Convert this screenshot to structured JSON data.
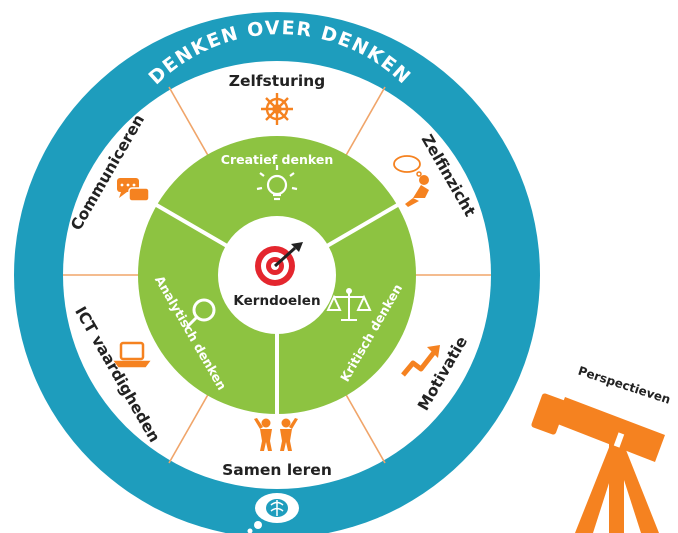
{
  "ring": {
    "title": "DENKEN OVER DENKEN"
  },
  "outer_segments": [
    {
      "label": "Zelfsturing",
      "icon": "ship-wheel-icon"
    },
    {
      "label": "Zelfinzicht",
      "icon": "thinking-person-icon"
    },
    {
      "label": "Motivatie",
      "icon": "trend-up-arrow-icon"
    },
    {
      "label": "Samen leren",
      "icon": "two-people-icon"
    },
    {
      "label": "ICT vaardigheden",
      "icon": "laptop-icon"
    },
    {
      "label": "Communiceren",
      "icon": "chat-bubbles-icon"
    }
  ],
  "inner_segments": [
    {
      "label": "Creatief denken",
      "icon": "lightbulb-icon"
    },
    {
      "label": "Kritisch denken",
      "icon": "balance-scale-icon"
    },
    {
      "label": "Analytisch denken",
      "icon": "magnifier-icon"
    }
  ],
  "core": {
    "label": "Kerndoelen",
    "icon": "target-icon"
  },
  "scope": {
    "label": "Perspectieven",
    "icon": "telescope-icon"
  },
  "bottom_icon": "brain-thought-bubble-icon",
  "colors": {
    "ring": "#1e9dbd",
    "outer_fill": "#ffffff",
    "divider": "#f0a56a",
    "inner": "#8dc341",
    "accent": "#f58220",
    "target": "#e4262e"
  }
}
